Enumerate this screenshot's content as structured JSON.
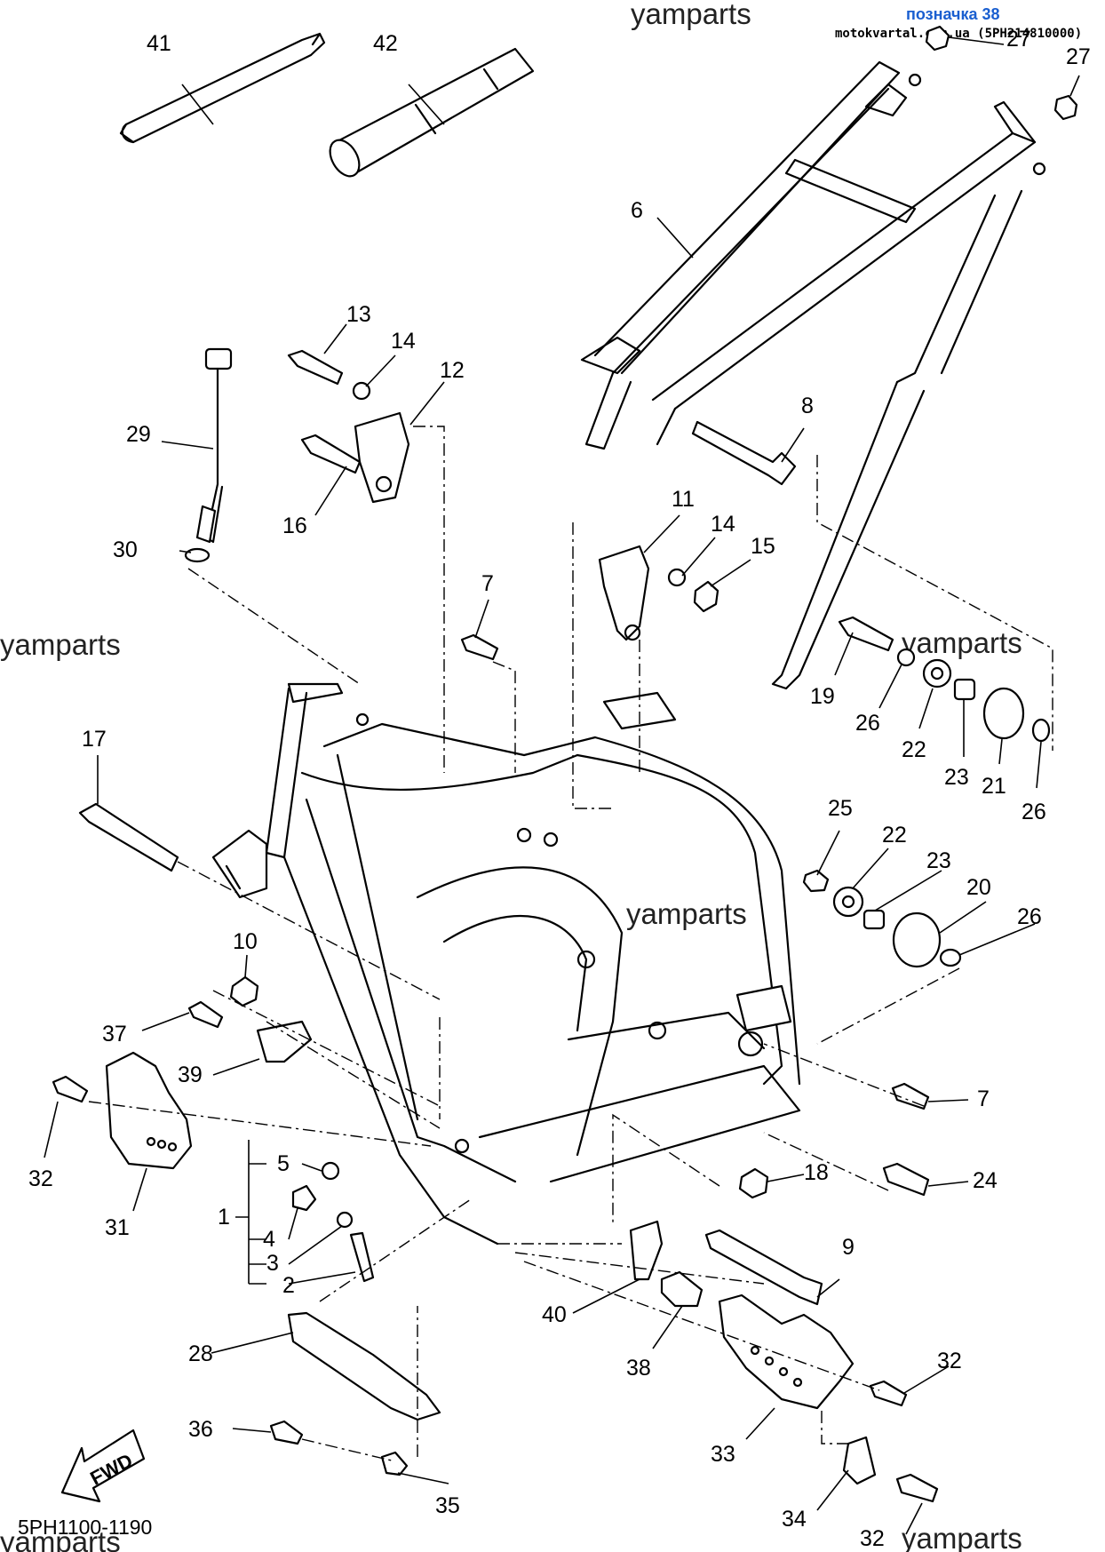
{
  "header": {
    "ref_tag": "позначка 38",
    "site_code": "motokvartal.com.ua (5PH214810000)"
  },
  "watermarks": [
    "yamparts",
    "yamparts",
    "yamparts",
    "yamparts",
    "yamparts",
    "yamparts"
  ],
  "diagram_code": "5PH1100-1190",
  "fwd_label": "FWD",
  "callouts": [
    "41",
    "42",
    "27",
    "27",
    "6",
    "13",
    "14",
    "12",
    "29",
    "16",
    "8",
    "30",
    "11",
    "14",
    "15",
    "7",
    "19",
    "26",
    "22",
    "23",
    "21",
    "26",
    "17",
    "25",
    "22",
    "23",
    "20",
    "26",
    "10",
    "37",
    "39",
    "7",
    "32",
    "5",
    "18",
    "24",
    "1",
    "4",
    "3",
    "2",
    "31",
    "9",
    "40",
    "28",
    "38",
    "32",
    "36",
    "33",
    "35",
    "34",
    "32"
  ]
}
